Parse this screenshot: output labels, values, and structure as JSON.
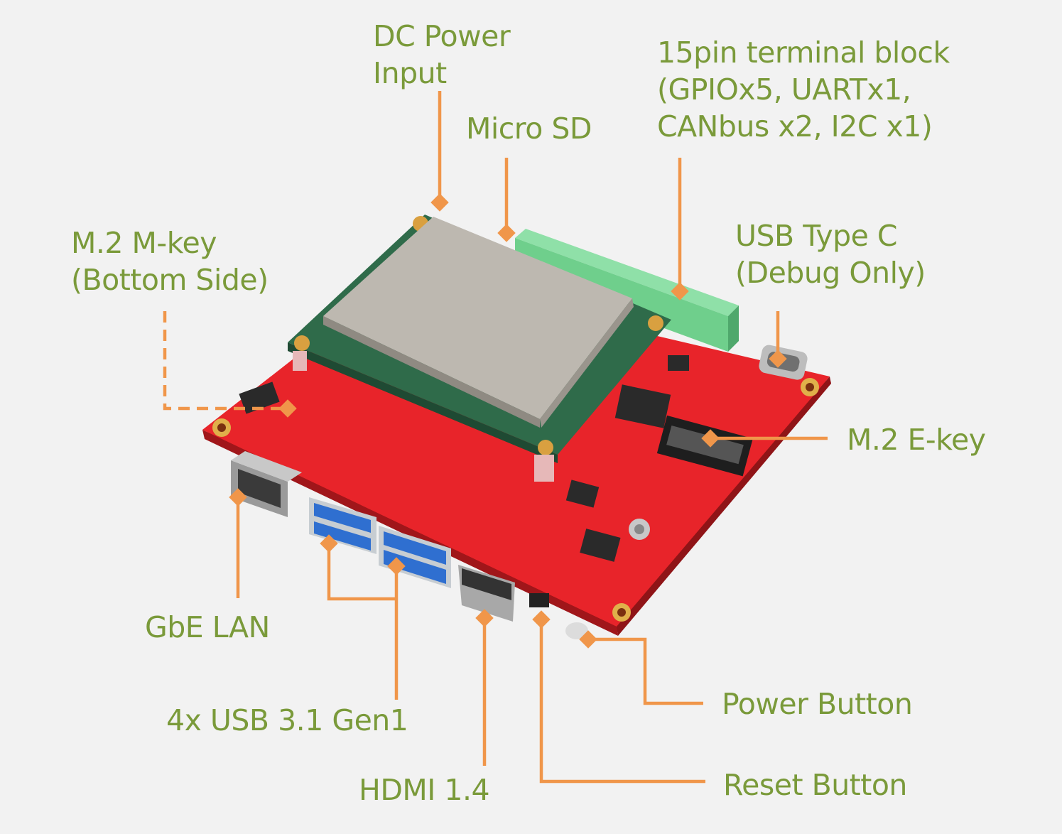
{
  "labels": {
    "dc_power": "DC Power\nInput",
    "micro_sd": "Micro SD",
    "terminal_block": "15pin terminal block\n(GPIOx5, UARTx1,\nCANbus x2, I2C x1)",
    "m2_mkey": "M.2 M-key\n(Bottom Side)",
    "usb_type_c": "USB Type C\n(Debug Only)",
    "m2_ekey": "M.2 E-key",
    "gbe_lan": "GbE LAN",
    "usb31": "4x USB 3.1 Gen1",
    "hdmi": "HDMI 1.4",
    "power_button": "Power Button",
    "reset_button": "Reset Button"
  },
  "colors": {
    "label_text": "#7a9a3a",
    "callout_line": "#f0964a",
    "board_red": "#e8242a",
    "module_green": "#2f6b4a",
    "heatsink": "#b9b4ac",
    "terminal_green": "#6fcf8c",
    "background": "#f2f2f2"
  }
}
